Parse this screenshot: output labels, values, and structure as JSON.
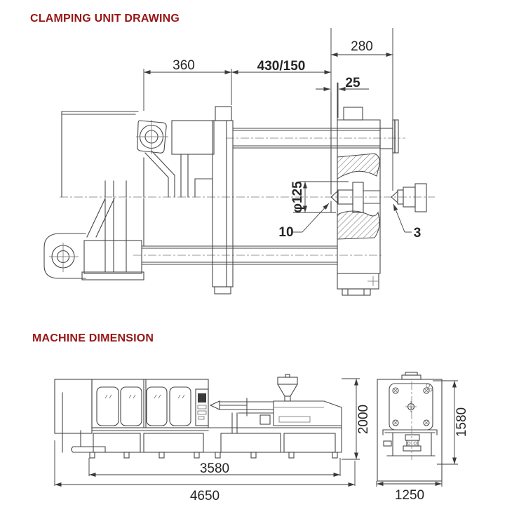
{
  "clamping": {
    "title": "CLAMPING UNIT DRAWING",
    "dim_360": "360",
    "dim_stroke": "430/150",
    "dim_280": "280",
    "dim_25": "25",
    "dim_locating_ring": "φ125",
    "callout_10": "10",
    "callout_3": "3"
  },
  "machine": {
    "title": "MACHINE DIMENSION",
    "dim_height": "2000",
    "dim_end_height": "1580",
    "dim_base_length": "3580",
    "dim_overall_length": "4650",
    "dim_width": "1250"
  },
  "colors": {
    "accent": "#971616",
    "line": "#474747"
  }
}
